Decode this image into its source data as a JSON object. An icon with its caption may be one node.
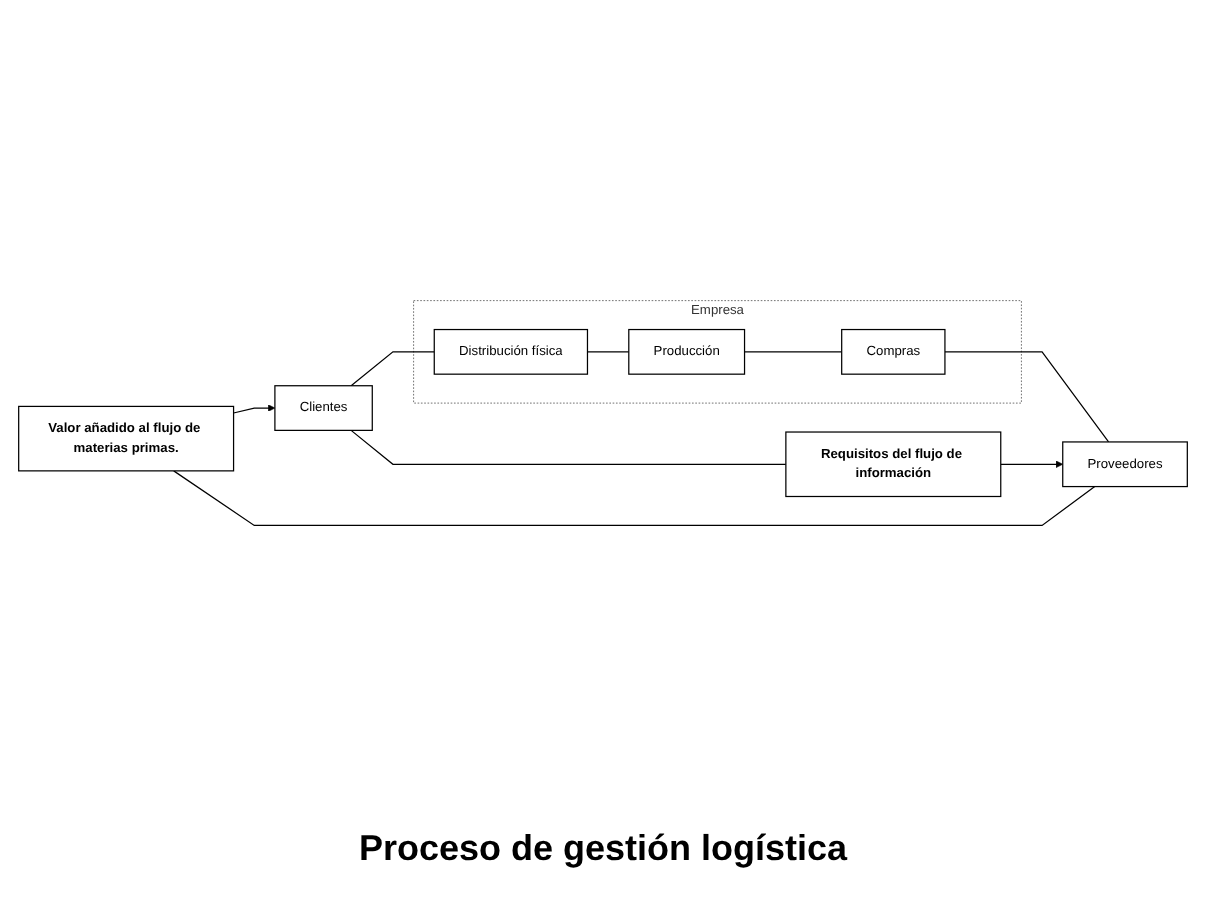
{
  "diagram": {
    "caption": "Proceso de gestión logística",
    "nodes": [
      {
        "text": [
          "Valor añadido al flujo de materias primas."
        ]
      },
      {
        "text": [
          "Clientes"
        ]
      },
      {
        "text": [
          "Empresa"
        ]
      },
      {
        "text": [
          "Distribución física"
        ],
        "in": 2
      },
      {
        "text": [
          "Producción"
        ],
        "in": 2
      },
      {
        "text": [
          "Compras"
        ],
        "in": 2
      },
      {
        "text": [
          "Proveedores"
        ]
      },
      {
        "text": [
          "Requisitos del flujo de información"
        ]
      }
    ],
    "edges": [
      {
        "from": 6,
        "to": 0,
        "arrow": "none"
      },
      {
        "from": 0,
        "to": 1,
        "arrow": "to"
      },
      {
        "from": 1,
        "to": 3,
        "arrow": "none"
      },
      {
        "from": 3,
        "to": 4,
        "arrow": "none"
      },
      {
        "from": 4,
        "to": 5,
        "arrow": "none"
      },
      {
        "from": 5,
        "to": 6,
        "arrow": "none"
      },
      {
        "from": 1,
        "to": 7,
        "arrow": "none"
      },
      {
        "from": 7,
        "to": 6,
        "arrow": "to"
      }
    ]
  }
}
